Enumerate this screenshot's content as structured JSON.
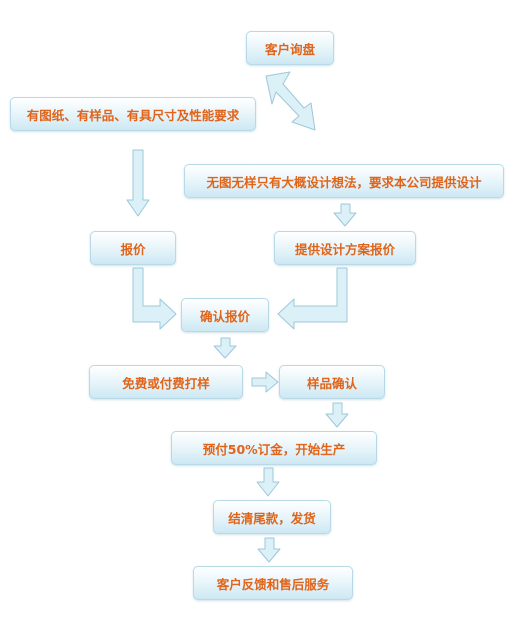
{
  "steps": {
    "inquiry": "客户询盘",
    "with_drawing": "有图纸、有样品、有具尺寸及性能要求",
    "no_drawing": "无图无样只有大概设计想法，要求本公司提供设计",
    "quote": "报价",
    "design_quote": "提供设计方案报价",
    "confirm_quote": "确认报价",
    "sample_fee": "免费或付费打样",
    "sample_confirm": "样品确认",
    "deposit": "预付50%订金，开始生产",
    "final_payment": "结清尾款，发货",
    "after_sales": "客户反馈和售后服务"
  },
  "colors": {
    "text": "#e0641a",
    "box_border": "#b7d9e8",
    "box_fill": "#cde8f3",
    "arrow_fill": "#dcf0f7",
    "arrow_stroke": "#9cc8da"
  }
}
